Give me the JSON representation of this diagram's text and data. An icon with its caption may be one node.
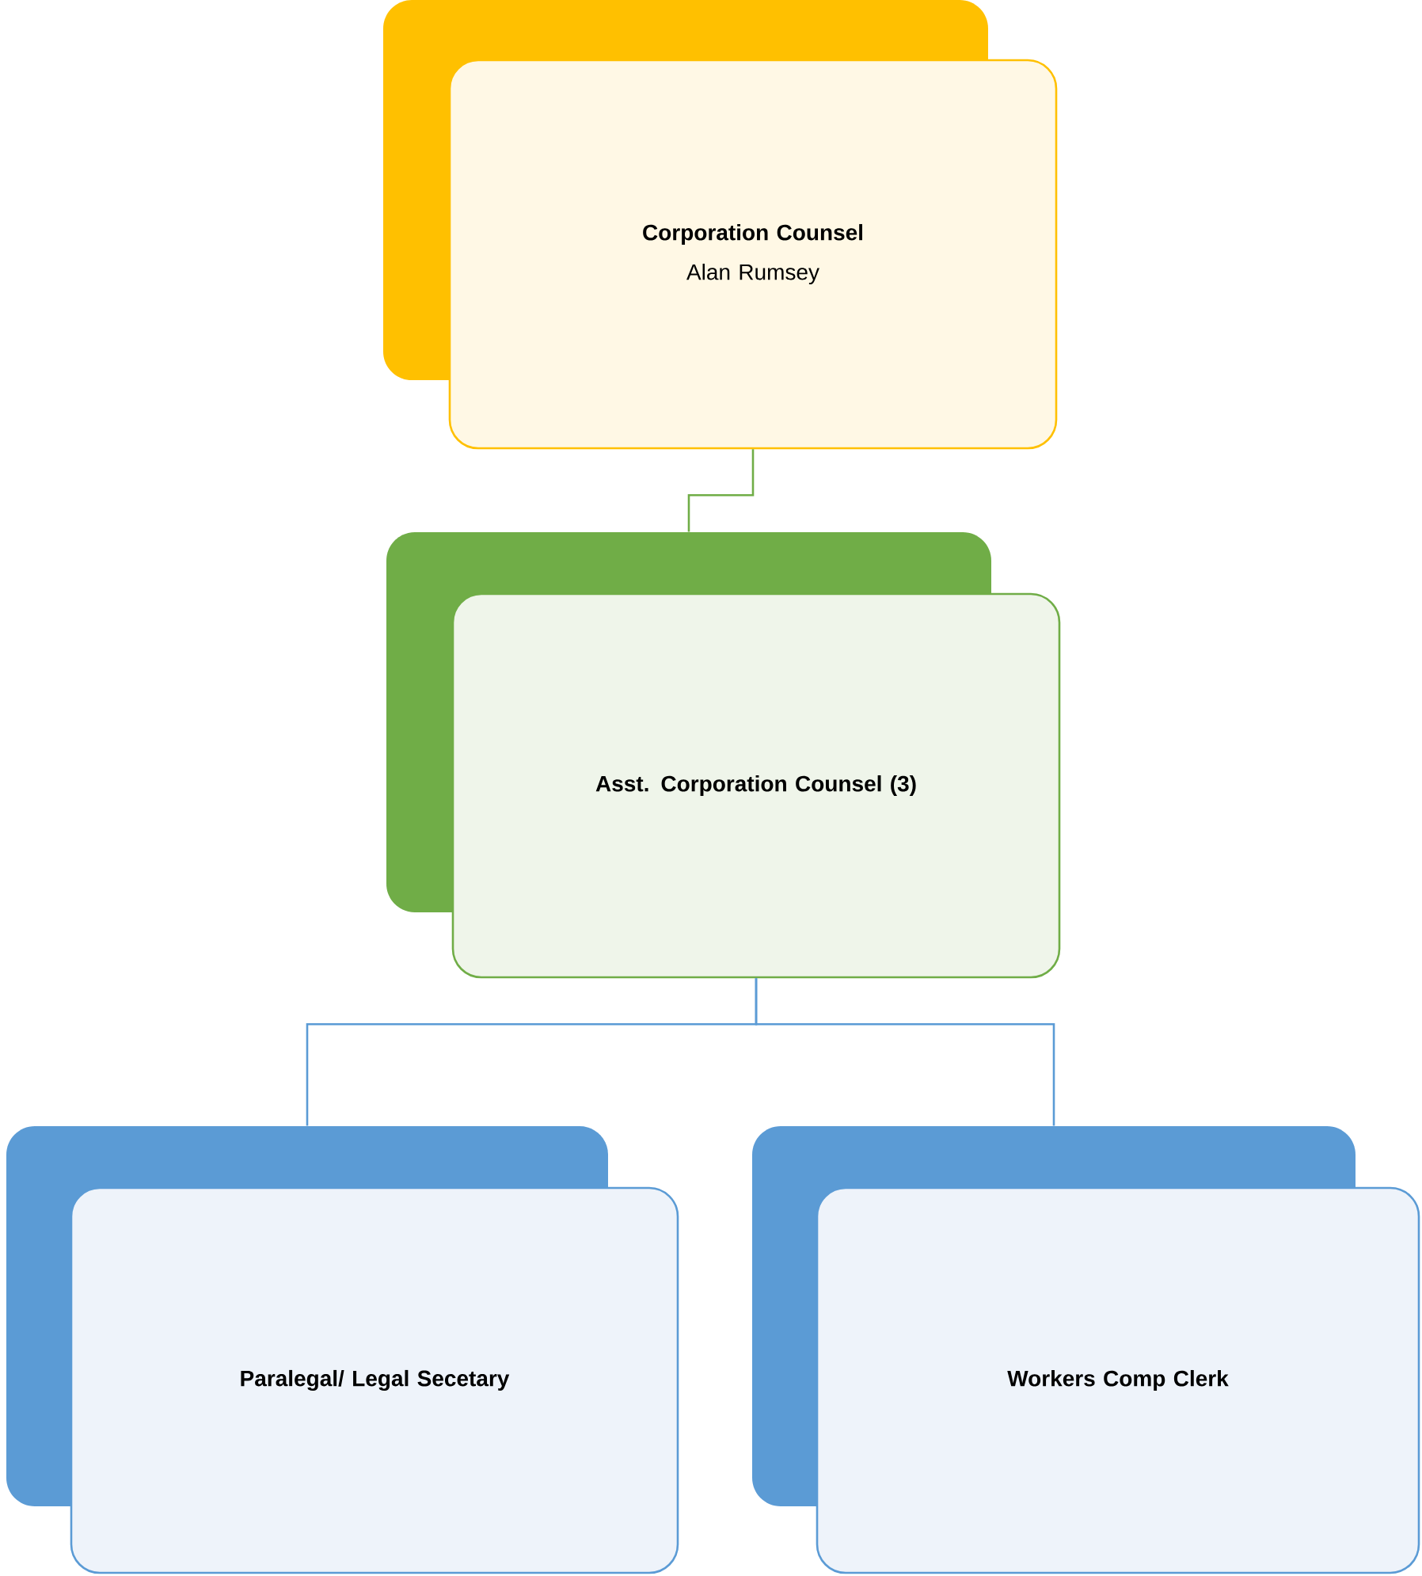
{
  "diagram": {
    "nodes": [
      {
        "text": [
          "Corporation Counsel",
          "Alan Rumsey"
        ]
      },
      {
        "text": [
          "Asst. Corporation Counsel (3)"
        ]
      },
      {
        "text": [
          "Paralegal/ Legal Secetary"
        ]
      },
      {
        "text": [
          "Workers Comp Clerk"
        ]
      }
    ],
    "edges": [
      {
        "from": 0,
        "to": 1,
        "arrow": "none",
        "color": "#70ad47"
      },
      {
        "from": 1,
        "to": 2,
        "arrow": "none"
      },
      {
        "from": 1,
        "to": 3,
        "arrow": "none"
      }
    ]
  }
}
